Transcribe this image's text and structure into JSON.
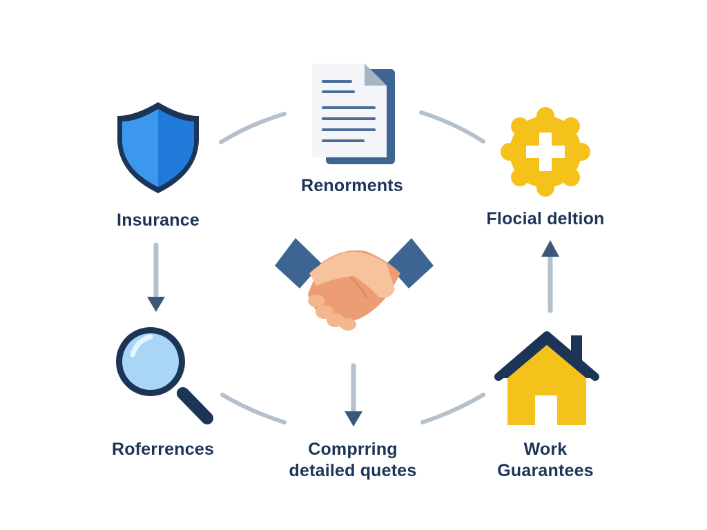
{
  "nodes": {
    "renorments": {
      "label": "Renorments",
      "icon": "document-icon"
    },
    "insurance": {
      "label": "Insurance",
      "icon": "shield-icon"
    },
    "flocial_deltion": {
      "label": "Flocial deltion",
      "icon": "medical-cross-badge-icon"
    },
    "roferrences": {
      "label": "Roferrences",
      "icon": "magnifying-glass-icon"
    },
    "comparing_quotes": {
      "line1": "Comprring",
      "line2": "detailed quetes",
      "icon": "handshake-icon"
    },
    "work_guarantees": {
      "line1": "Work",
      "line2": "Guarantees",
      "icon": "house-icon"
    }
  },
  "colors": {
    "label_text": "#1c3557",
    "connector": "#b5c0cd",
    "arrow": "#3b5878",
    "shield": "#2f86e6",
    "badge": "#f5c21b",
    "house": "#f5c21b",
    "navy": "#1c3557",
    "sleeve": "#3e6592",
    "skin_light": "#f6c39c",
    "skin_dark": "#ec9d73"
  }
}
